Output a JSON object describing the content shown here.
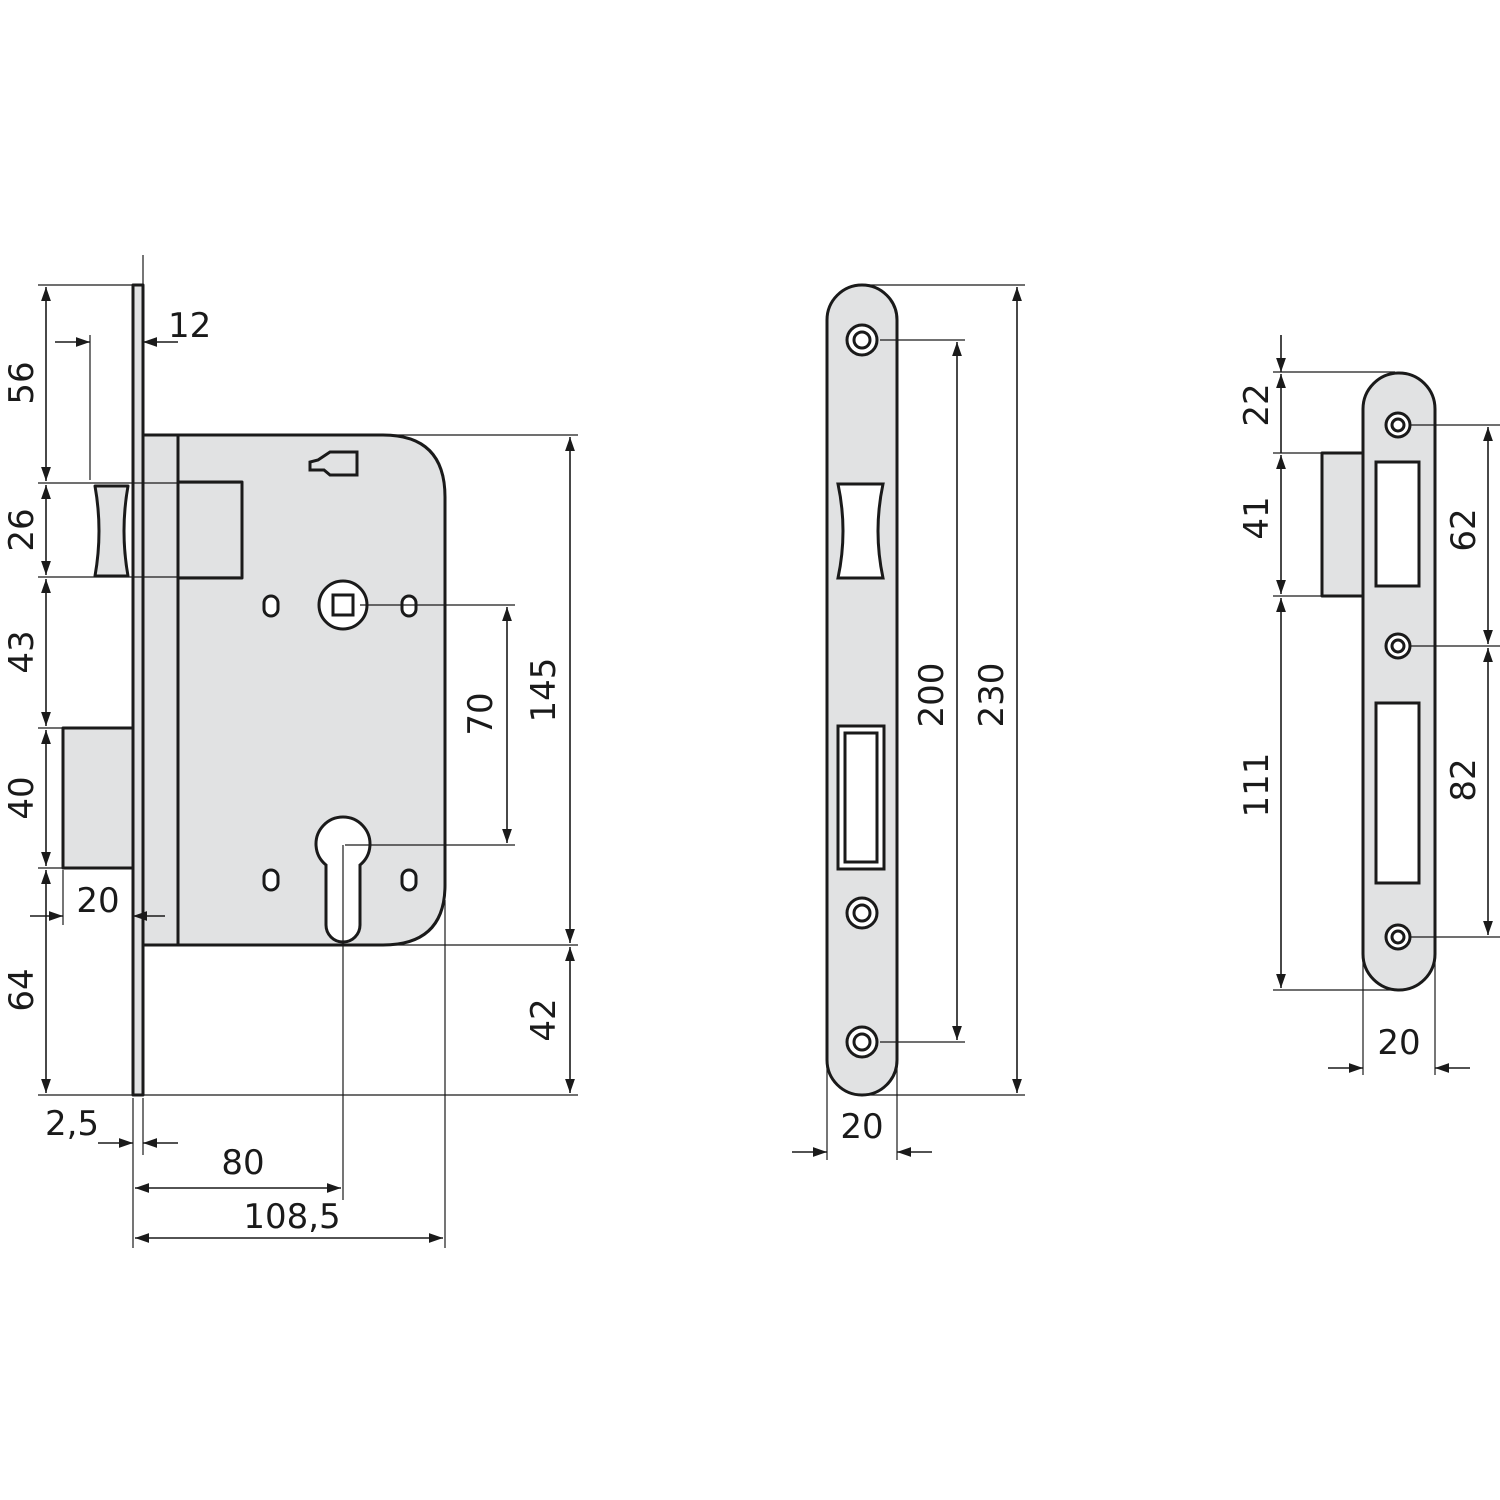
{
  "colors": {
    "line": "#1a1a1a",
    "fill": "#e1e2e3",
    "background": "#ffffff"
  },
  "lock_body": {
    "dims": {
      "d12": "12",
      "d56": "56",
      "d26": "26",
      "d43": "43",
      "d40": "40",
      "d20": "20",
      "d64": "64",
      "d70": "70",
      "d145": "145",
      "d42": "42",
      "d2_5": "2,5",
      "d80": "80",
      "d108_5": "108,5"
    }
  },
  "faceplate": {
    "dims": {
      "d200": "200",
      "d230": "230",
      "d20": "20"
    }
  },
  "strike_plate": {
    "dims": {
      "d22": "22",
      "d41": "41",
      "d111": "111",
      "d62": "62",
      "d82": "82",
      "d20": "20"
    }
  }
}
